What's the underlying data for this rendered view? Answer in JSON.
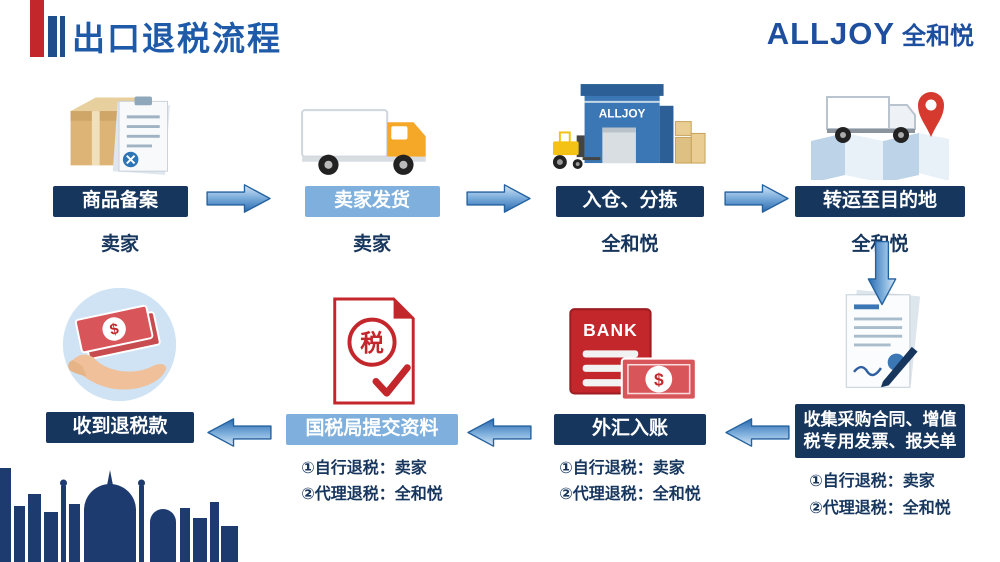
{
  "header": {
    "title": "出口退税流程",
    "logo_brand": "ALLJOY",
    "logo_brand_cn": "全和悦"
  },
  "colors": {
    "navy": "#17365d",
    "light_blue": "#7fb0dd",
    "title_blue": "#1e5aa8",
    "arrow_blue": "#2a6ab0",
    "red": "#c3272b"
  },
  "icons": {
    "warehouse_sign": "ALLJOY",
    "bank_text": "BANK",
    "dollar": "$",
    "tax_seal_char": "税"
  },
  "steps": [
    {
      "label": "商品备案",
      "owner": "卖家",
      "icon": "package-clipboard-icon"
    },
    {
      "label": "卖家发货",
      "owner": "卖家",
      "icon": "delivery-truck-icon"
    },
    {
      "label": "入仓、分拣",
      "owner": "全和悦",
      "icon": "warehouse-forklift-icon"
    },
    {
      "label": "转运至目的地",
      "owner": "全和悦",
      "icon": "truck-map-pin-icon"
    },
    {
      "label": "收集采购合同、增值税专用发票、报关单",
      "notes": [
        "①自行退税：卖家",
        "②代理退税：全和悦"
      ],
      "icon": "contract-documents-icon"
    },
    {
      "label": "外汇入账",
      "notes": [
        "①自行退税：卖家",
        "②代理退税：全和悦"
      ],
      "icon": "bank-passbook-money-icon"
    },
    {
      "label": "国税局提交资料",
      "notes": [
        "①自行退税：卖家",
        "②代理退税：全和悦"
      ],
      "icon": "tax-document-seal-icon"
    },
    {
      "label": "收到退税款",
      "icon": "hand-receiving-money-icon"
    }
  ]
}
